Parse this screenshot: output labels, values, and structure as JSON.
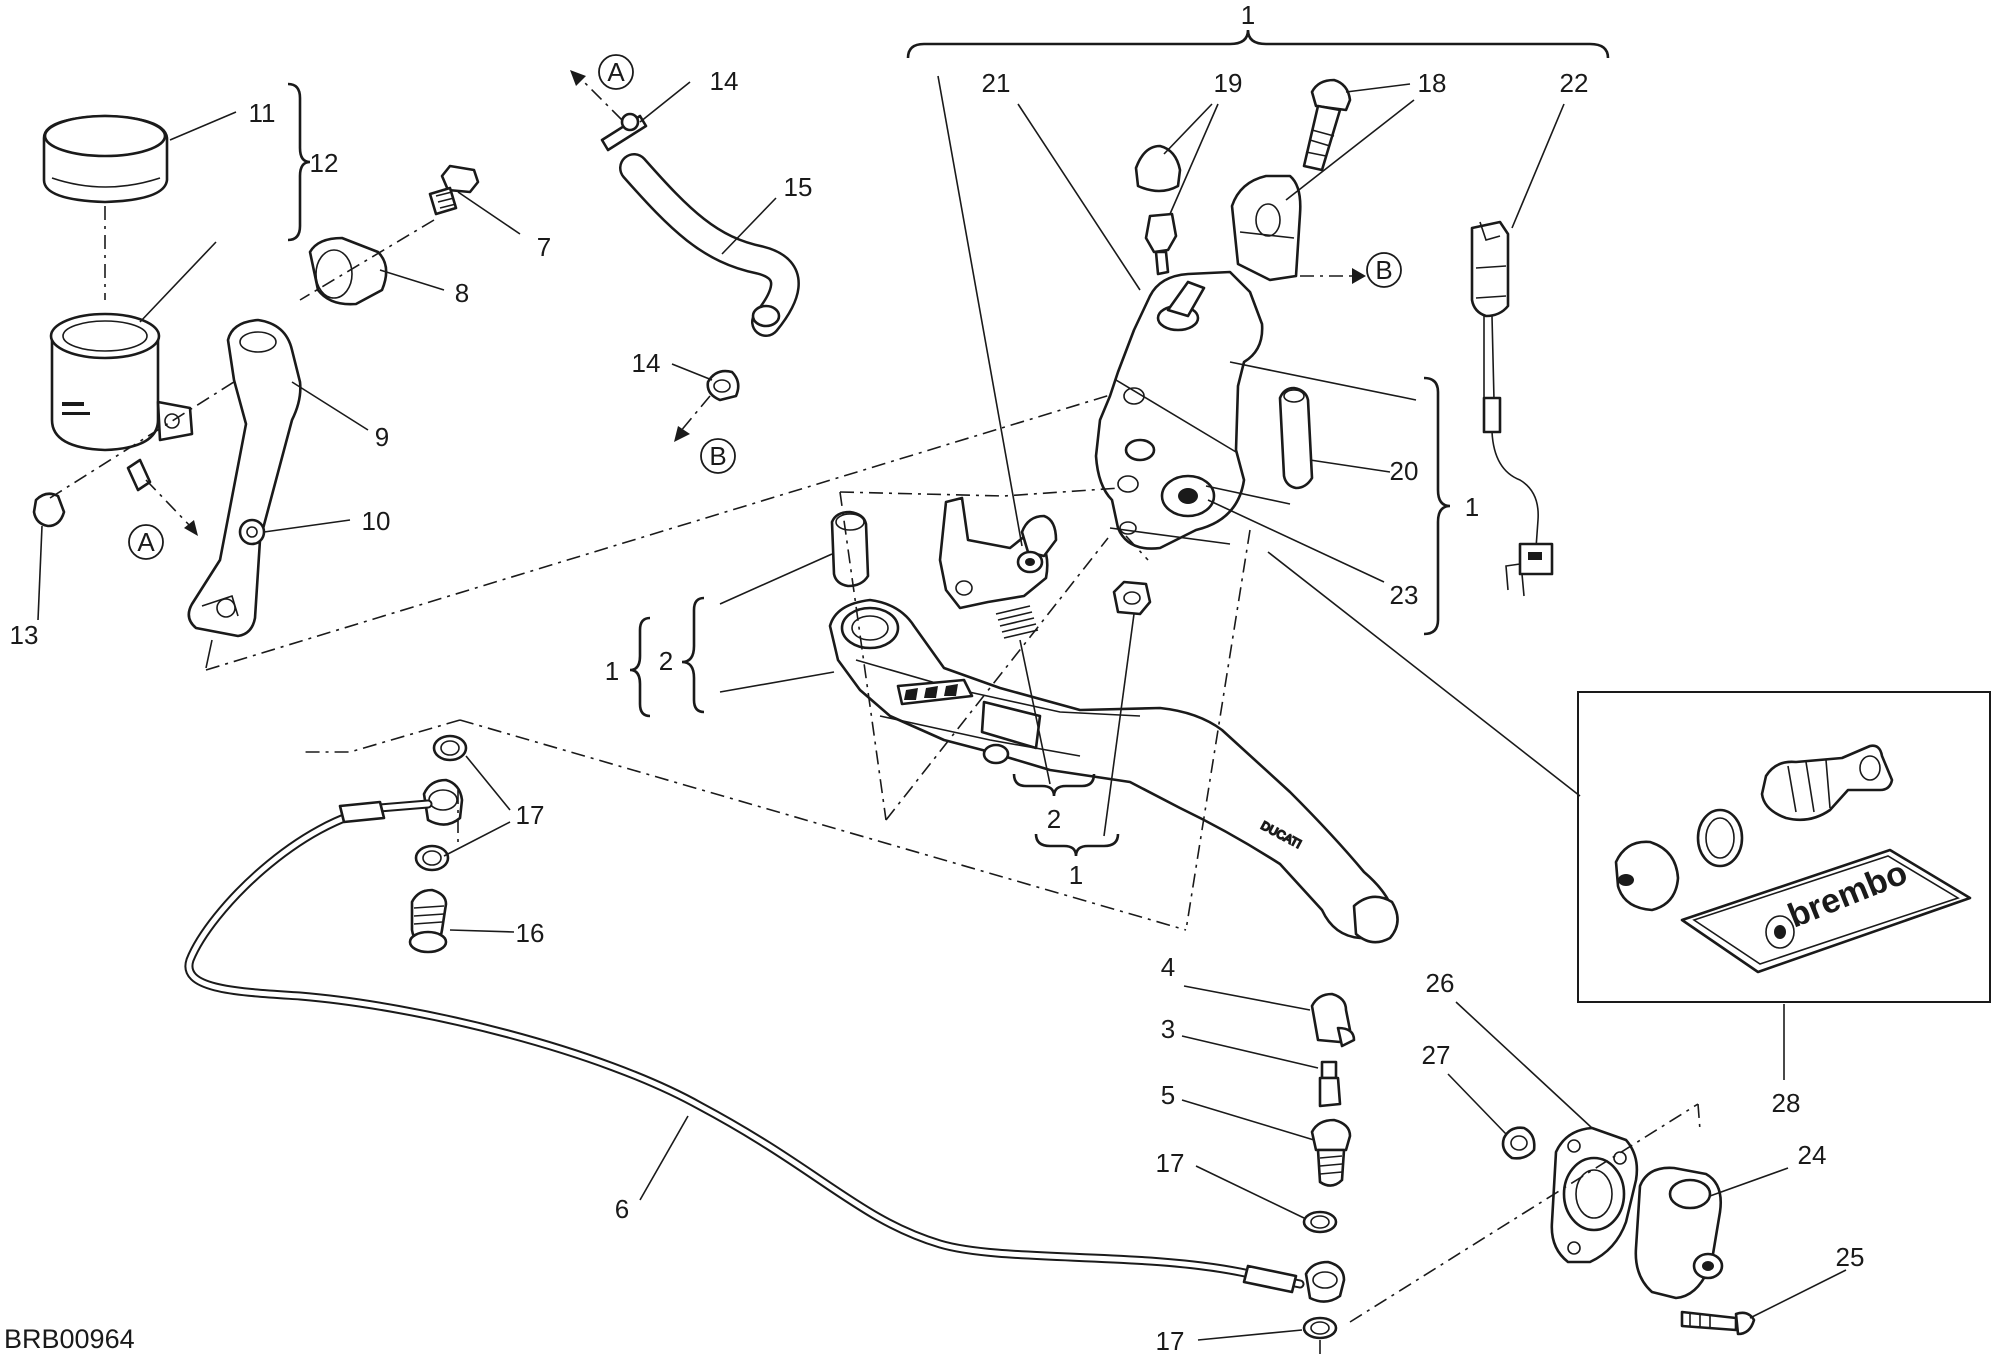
{
  "diagram": {
    "drawing_code": "BRB00964",
    "brand_text": "brembo",
    "callouts": {
      "c1_top": "1",
      "c21": "21",
      "c19": "19",
      "c18": "18",
      "c22": "22",
      "c14_top": "14",
      "c15": "15",
      "c14_bottom": "14",
      "c11": "11",
      "c12": "12",
      "c7": "7",
      "c8": "8",
      "c9": "9",
      "c10": "10",
      "c13": "13",
      "c20": "20",
      "c1_right": "1",
      "c23": "23",
      "c1_left": "1",
      "c2_left": "2",
      "c2_bottom": "2",
      "c1_bottom": "1",
      "c17_top": "17",
      "c16": "16",
      "c4": "4",
      "c3": "3",
      "c5": "5",
      "c17_mid": "17",
      "c17_bottom": "17",
      "c6": "6",
      "c26": "26",
      "c27": "27",
      "c28": "28",
      "c24": "24",
      "c25": "25"
    },
    "arrow_markers": {
      "a_top": "A",
      "a_left": "A",
      "b_right": "B",
      "b_left": "B"
    }
  }
}
